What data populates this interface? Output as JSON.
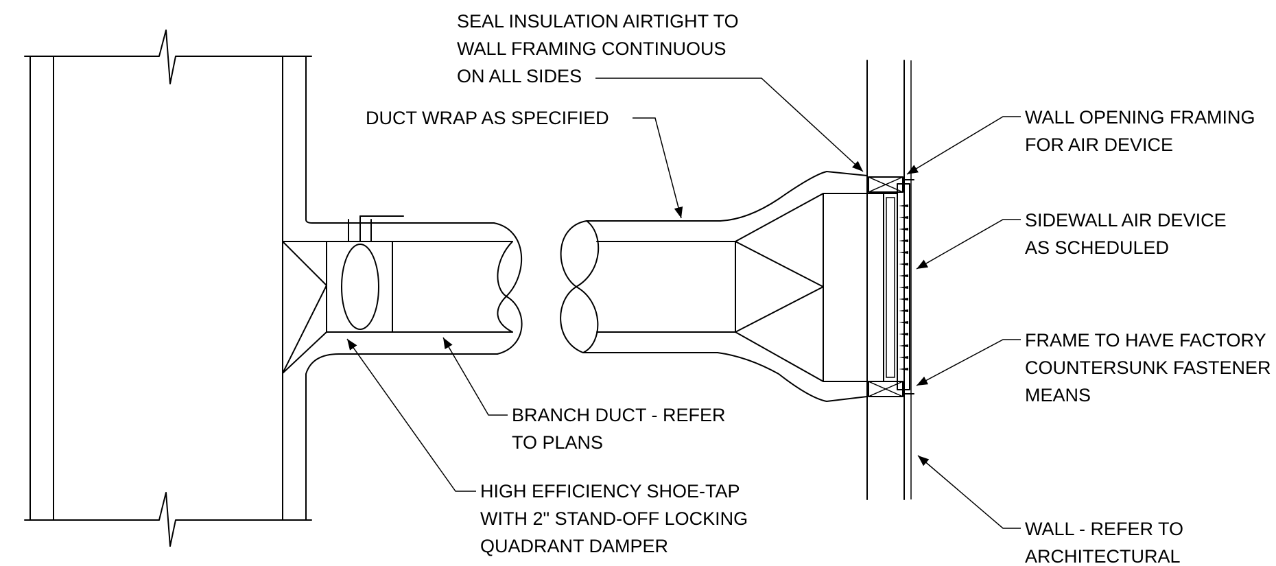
{
  "colors": {
    "ink": "#000000",
    "background": "#ffffff"
  },
  "labels": {
    "seal_insulation": [
      "SEAL INSULATION AIRTIGHT TO",
      "WALL FRAMING CONTINUOUS",
      "ON ALL SIDES"
    ],
    "duct_wrap": [
      "DUCT WRAP AS SPECIFIED"
    ],
    "wall_opening": [
      "WALL OPENING FRAMING",
      "FOR AIR DEVICE"
    ],
    "sidewall_device": [
      "SIDEWALL AIR DEVICE",
      "AS SCHEDULED"
    ],
    "frame_fasteners": [
      "FRAME TO HAVE FACTORY",
      "COUNTERSUNK FASTENER",
      "MEANS"
    ],
    "branch_duct": [
      "BRANCH DUCT - REFER",
      "TO PLANS"
    ],
    "shoe_tap": [
      "HIGH EFFICIENCY SHOE-TAP",
      "WITH 2\" STAND-OFF LOCKING",
      "QUADRANT DAMPER"
    ],
    "wall": [
      "WALL - REFER TO",
      "ARCHITECTURAL"
    ]
  }
}
